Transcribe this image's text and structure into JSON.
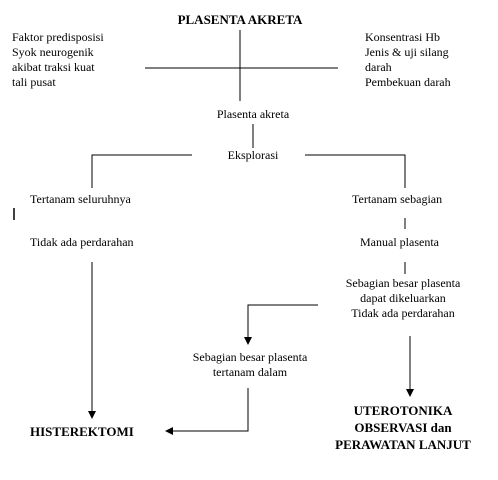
{
  "title": "PLASENTA AKRETA",
  "left_factors": [
    "Faktor predisposisi",
    "Syok neurogenik",
    "akibat traksi kuat",
    "tali pusat"
  ],
  "right_factors": [
    "Konsentrasi Hb",
    "Jenis & uji silang",
    "darah",
    "Pembekuan darah"
  ],
  "node_plasenta": "Plasenta akreta",
  "node_eksplorasi": "Eksplorasi",
  "left_branch": {
    "step1": "Tertanam seluruhnya",
    "step2": "Tidak ada perdarahan",
    "result": "HISTEREKTOMI"
  },
  "right_branch": {
    "step1": "Tertanam sebagian",
    "step2": "Manual plasenta",
    "step3": [
      "Sebagian besar plasenta",
      "dapat dikeluarkan",
      "Tidak ada perdarahan"
    ],
    "result": [
      "UTEROTONIKA",
      "OBSERVASI dan",
      "PERAWATAN LANJUT"
    ]
  },
  "middle_node": [
    "Sebagian besar plasenta",
    "tertanam dalam"
  ]
}
